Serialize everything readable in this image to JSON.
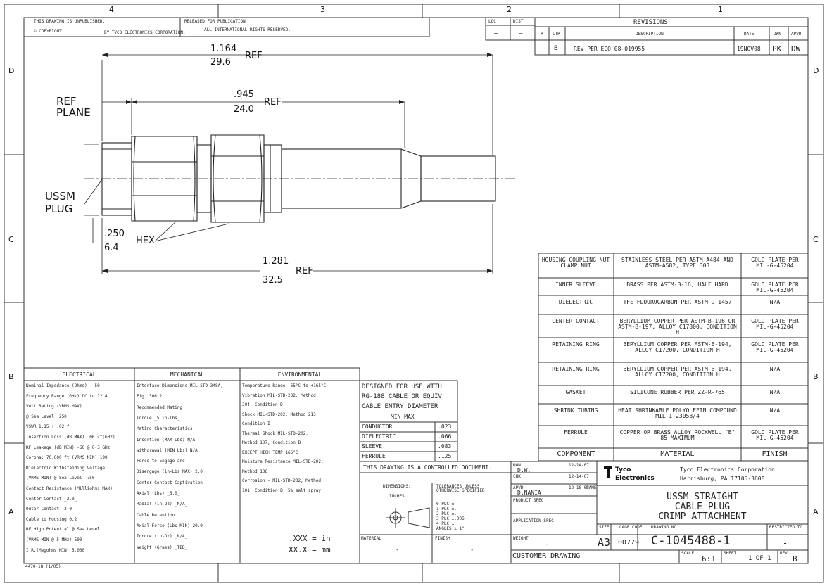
{
  "zones": {
    "top": [
      "4",
      "3",
      "2",
      "1"
    ],
    "side": [
      "D",
      "C",
      "B",
      "A"
    ]
  },
  "header": {
    "unpublished": "THIS DRAWING IS UNPUBLISHED.",
    "copyright": "COPYRIGHT",
    "by": "BY TYCO ELECTRONICS CORPORATION.",
    "released": "RELEASED FOR PUBLICATION",
    "rights": "ALL INTERNATIONAL RIGHTS RESERVED.",
    "loc": "LOC",
    "dist": "DIST",
    "dash": "—"
  },
  "revisions": {
    "title": "REVISIONS",
    "headers": [
      "P",
      "LTR",
      "DESCRIPTION",
      "DATE",
      "DWN",
      "APVD"
    ],
    "row": [
      "B",
      "REV PER ECO 08-019955",
      "19NOV08",
      "PK",
      "DW"
    ]
  },
  "dimensions": {
    "d1_in": "1.164",
    "d1_mm": "29.6",
    "ref": "REF",
    "d2_in": ".945",
    "d2_mm": "24.0",
    "d3_in": ".250",
    "d3_mm": "6.4",
    "d4_in": "1.281",
    "d4_mm": "32.5",
    "ref_plane_1": "REF",
    "ref_plane_2": "PLANE",
    "plug_1": "USSM",
    "plug_2": "PLUG",
    "hex": "HEX"
  },
  "materials": {
    "rows": [
      {
        "component": "HOUSING COUPLING NUT CLAMP NUT",
        "material": "STAINLESS STEEL PER ASTM-A484 AND ASTM-A582, TYPE 303",
        "finish": "GOLD PLATE PER MIL-G-45204"
      },
      {
        "component": "INNER SLEEVE",
        "material": "BRASS PER ASTM-B-16, HALF HARD",
        "finish": "GOLD PLATE PER MIL-G-45204"
      },
      {
        "component": "DIELECTRIC",
        "material": "TFE FLUOROCARBON PER ASTM D 1457",
        "finish": "N/A"
      },
      {
        "component": "CENTER CONTACT",
        "material": "BERYLLIUM COPPER PER ASTM-B-196 OR ASTM-B-197, ALLOY C17300, CONDITION H",
        "finish": "GOLD PLATE PER MIL-G-45204"
      },
      {
        "component": "RETAINING RING",
        "material": "BERYLLIUM COPPER PER ASTM-B-194, ALLOY C17200, CONDITION H",
        "finish": "GOLD PLATE PER MIL-G-45204"
      },
      {
        "component": "RETAINING RING",
        "material": "BERYLLIUM COPPER PER ASTM-B-194, ALLOY C17200, CONDITION H",
        "finish": "N/A"
      },
      {
        "component": "GASKET",
        "material": "SILICONE RUBBER PER ZZ-R-765",
        "finish": "N/A"
      },
      {
        "component": "SHRINK TUBING",
        "material": "HEAT SHRINKABLE POLYOLEFIN COMPOUND MIL-I-23053/4",
        "finish": "N/A"
      },
      {
        "component": "FERRULE",
        "material": "COPPER OR BRASS ALLOY ROCKWELL \"B\" 85 MAXIMUM",
        "finish": "GOLD PLATE PER MIL-G-45204"
      }
    ],
    "header": {
      "component": "COMPONENT",
      "material": "MATERIAL",
      "finish": "FINISH"
    }
  },
  "electrical": {
    "title": "ELECTRICAL",
    "lines": [
      "Nominal Impedance (Ohms) __50__",
      "Frequency Range (GHz) DC to 12.4",
      "Volt Rating (VRMS MAX)",
      "  @ Sea Level _250_",
      "VSWR 1.15 + .02 f",
      "Insertion Loss (dB MAX) .06 √f(GHz)",
      "RF Leakage (dB MIN) -60 @ 0-3 GHz",
      "Corona: 70,000 ft (VRMS MIN) 190",
      "Dielectric Withstanding Voltage",
      "  (VRMS MIN) @ Sea Level _750_",
      "Contact Resistance (Milliohms MAX)",
      "  Center Contact _2.0_",
      "  Outer Contact _2.0_",
      "  Cable to Housing 0.2",
      "RF High Potential @ Sea Level",
      "  (VRMS MIN @ 5 MHz) 500",
      "I.R.(Megohms MIN) 5,000"
    ]
  },
  "mechanical": {
    "title": "MECHANICAL",
    "lines": [
      "Interface Dimensions MIL-STD-348A,",
      "  Fig. 306.2",
      "Recommended Mating",
      "  Torque _5 in-lbs_",
      "Mating Characteristics",
      "  Insertion (MAX Lbs) N/A",
      "  Withdrawal (MIN Lbs) N/A",
      "Force to Engage and",
      "  Disengage (in-Lbs MAX) 2.0",
      "Center Contact Captivation",
      "  Axial (Lbs) _6.0_",
      "  Radial (in-Oz) _N/A_",
      "Cable Retention",
      "  Axial Force (Lbs MIN) 20.0",
      "  Torque (in-Oz) _N/A_",
      "Weight (Grams) _TBD_"
    ]
  },
  "environmental": {
    "title": "ENVIRONMENTAL",
    "lines": [
      "Temperature Range -65°C to +165°C",
      "Vibration MIL-STD-202, Method",
      "  204, Condition D",
      "Shock MIL-STD-202, Method 213,",
      "  Condition I",
      "Thermal Shock MIL-STD-202,",
      "  Method 107, Condition B",
      "  EXCEPT HIGH TEMP 165°C",
      "Moisture Resistance MIL-STD-202,",
      "  Method 106",
      "Corrosion - MIL-STD-202, Method",
      "  101, Condition B, 5% salt spray"
    ],
    "units_xxx": ".XXX = in",
    "units_xx": "XX.X = mm"
  },
  "cable": {
    "designed_1": "DESIGNED FOR USE WITH",
    "designed_2": "RG-188 CABLE OR EQUIV",
    "entry": "CABLE ENTRY DIAMETER",
    "minmax": "MIN  MAX",
    "rows": [
      {
        "name": "CONDUCTOR",
        "val": ".023"
      },
      {
        "name": "DIELECTRIC",
        "val": ".066"
      },
      {
        "name": "SLEEVE",
        "val": ".083"
      },
      {
        "name": "FERRULE",
        "val": ".125"
      }
    ]
  },
  "title_block": {
    "controlled": "THIS DRAWING IS A CONTROLLED DOCUMENT.",
    "dimensions": "DIMENSIONS:",
    "tolerances": "TOLERANCES UNLESS OTHERWISE SPECIFIED:",
    "notes": "INCHES",
    "tol_lines": [
      "0 PLC  ±",
      "1 PLC  ±.-",
      "2 PLC  ±.-",
      "3 PLC  ±.005",
      "4 PLC  ±",
      "ANGLES  ± 1°"
    ],
    "material": "MATERIAL",
    "finish": "FINISH",
    "material_val": "-",
    "finish_val": "-",
    "dwn": "DWN",
    "dwn_name": "D.W.",
    "dwn_date": "12-14-07",
    "chk": "CHK",
    "chk_date": "12-14-07",
    "apvd": "APVD",
    "apvd_name": "D.NANIA",
    "apvd_date": "12-18-07",
    "name": "NAME",
    "product_spec": "PRODUCT SPEC",
    "app_spec": "APPLICATION SPEC",
    "weight": "WEIGHT",
    "weight_val": "-",
    "logo_1": "Tyco",
    "logo_2": "Electronics",
    "company": "Tyco Electronics Corporation",
    "city": "Harrisburg, PA 17105-3608",
    "title_1": "USSM   STRAIGHT",
    "title_2": "CABLE PLUG",
    "title_3": "CRIMP ATTACHMENT",
    "size_label": "SIZE",
    "cage_label": "CAGE CODE",
    "dwg_label": "DRAWING NO",
    "restricted": "RESTRICTED TO",
    "size": "A3",
    "cage": "00779",
    "dwg_no": "C-1045488-1",
    "restricted_val": "-",
    "customer": "CUSTOMER DRAWING",
    "scale_label": "SCALE",
    "scale": "6:1",
    "sheet_label": "SHEET",
    "sheet": "1 OF 1",
    "rev_label": "REV",
    "rev": "B"
  },
  "footer": "4470-18 (1/05)"
}
